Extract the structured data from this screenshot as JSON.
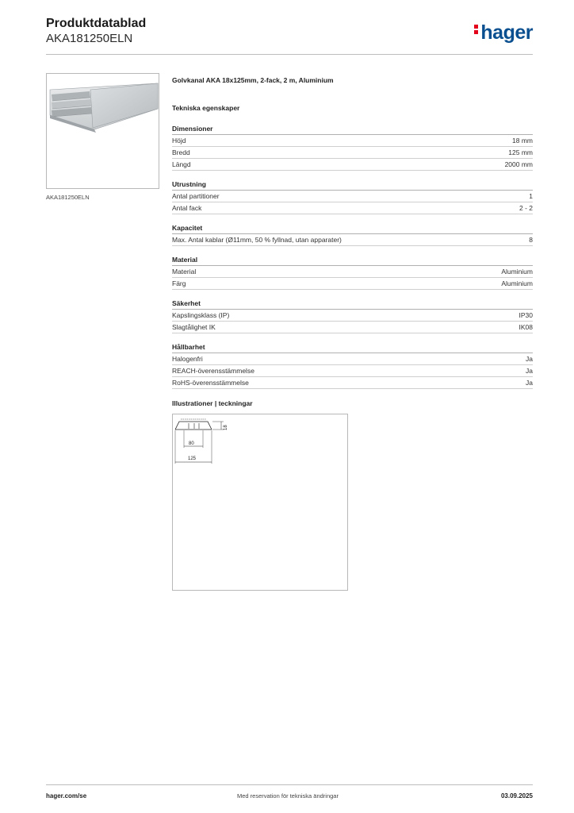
{
  "header": {
    "title": "Produktdatablad",
    "code": "AKA181250ELN",
    "logo_text": "hager",
    "brand_color": "#0a4f8f",
    "accent_color": "#e2001a"
  },
  "product": {
    "image_caption": "AKA181250ELN",
    "name": "Golvkanal AKA 18x125mm, 2-fack, 2 m, Aluminium"
  },
  "tech_heading": "Tekniska egenskaper",
  "sections": [
    {
      "title": "Dimensioner",
      "rows": [
        {
          "label": "Höjd",
          "value": "18 mm"
        },
        {
          "label": "Bredd",
          "value": "125 mm"
        },
        {
          "label": "Längd",
          "value": "2000 mm"
        }
      ]
    },
    {
      "title": "Utrustning",
      "rows": [
        {
          "label": "Antal partitioner",
          "value": "1"
        },
        {
          "label": "Antal fack",
          "value": "2 - 2"
        }
      ]
    },
    {
      "title": "Kapacitet",
      "rows": [
        {
          "label": "Max. Antal kablar (Ø11mm, 50 % fyllnad, utan apparater)",
          "value": "8"
        }
      ]
    },
    {
      "title": "Material",
      "rows": [
        {
          "label": "Material",
          "value": "Aluminium"
        },
        {
          "label": "Färg",
          "value": "Aluminium"
        }
      ]
    },
    {
      "title": "Säkerhet",
      "rows": [
        {
          "label": "Kapslingsklass (IP)",
          "value": "IP30"
        },
        {
          "label": "Slagtålighet IK",
          "value": "IK08"
        }
      ]
    },
    {
      "title": "Hållbarhet",
      "rows": [
        {
          "label": "Halogenfri",
          "value": "Ja"
        },
        {
          "label": "REACH-överensstämmelse",
          "value": "Ja"
        },
        {
          "label": "RoHS-överensstämmelse",
          "value": "Ja"
        }
      ]
    }
  ],
  "illustrations": {
    "heading": "Illustrationer | teckningar",
    "dimensions": {
      "inner": "80",
      "outer": "125",
      "height": "18"
    }
  },
  "footer": {
    "website": "hager.com/se",
    "note": "Med reservation för tekniska ändringar",
    "date": "03.09.2025"
  }
}
